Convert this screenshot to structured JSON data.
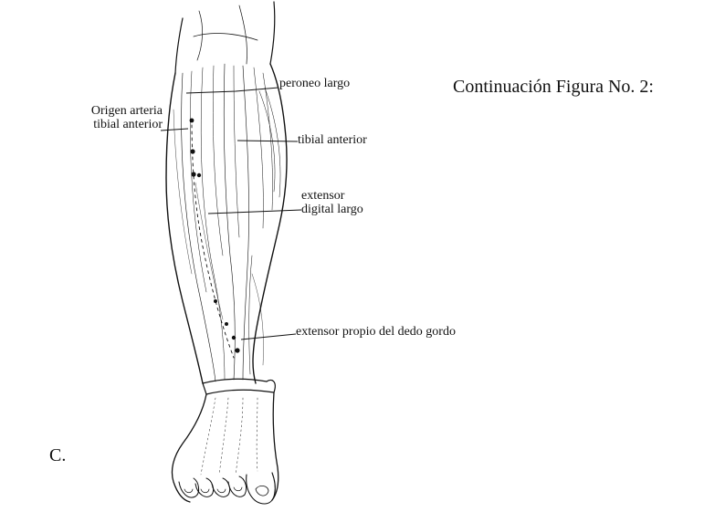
{
  "figure": {
    "title": "Continuación Figura No. 2:",
    "panel_letter": "C."
  },
  "labels": {
    "peroneo_largo": "peroneo largo",
    "origen_line1": "Origen arteria",
    "origen_line2": "tibial anterior",
    "tibial_anterior": "tibial anterior",
    "extensor_line1": "extensor",
    "extensor_line2": "digital largo",
    "extensor_propio": "extensor propio del dedo gordo"
  },
  "colors": {
    "ink": "#111111",
    "paper": "#ffffff"
  }
}
